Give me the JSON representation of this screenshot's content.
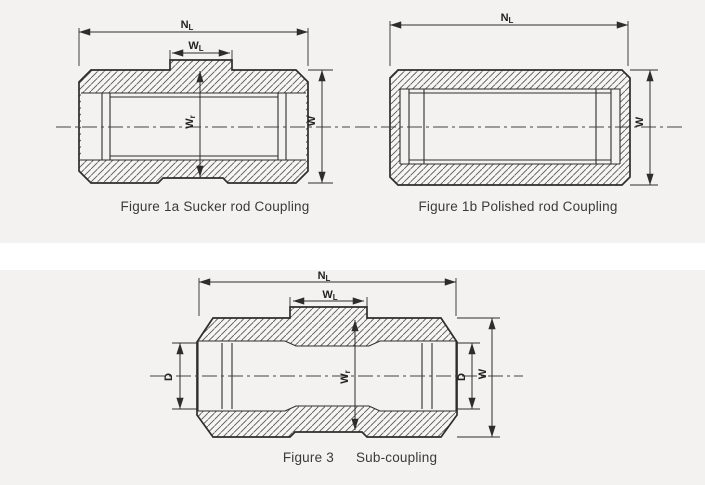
{
  "figures": {
    "fig1a": {
      "caption": "Figure 1a Sucker rod Coupling",
      "dims": {
        "nl": {
          "main": "N",
          "sub": "L"
        },
        "wl": {
          "main": "W",
          "sub": "L"
        },
        "wr": {
          "main": "W",
          "sub": "r"
        },
        "w": {
          "main": "W",
          "sub": ""
        }
      }
    },
    "fig1b": {
      "caption": "Figure 1b Polished rod Coupling",
      "dims": {
        "nl": {
          "main": "N",
          "sub": "L"
        },
        "w": {
          "main": "W",
          "sub": ""
        }
      }
    },
    "fig3": {
      "caption_label": "Figure 3",
      "caption_title": "Sub-coupling",
      "dims": {
        "nl": {
          "main": "N",
          "sub": "L"
        },
        "wl": {
          "main": "W",
          "sub": "L"
        },
        "wr": {
          "main": "W",
          "sub": "r"
        },
        "d_left": {
          "main": "D",
          "sub": ""
        },
        "d_right": {
          "main": "D",
          "sub": ""
        },
        "w": {
          "main": "W",
          "sub": ""
        }
      }
    }
  },
  "colors": {
    "panel_background": "#f3f2f0",
    "line": "#2d2d2d",
    "text": "#3a3a3a"
  }
}
